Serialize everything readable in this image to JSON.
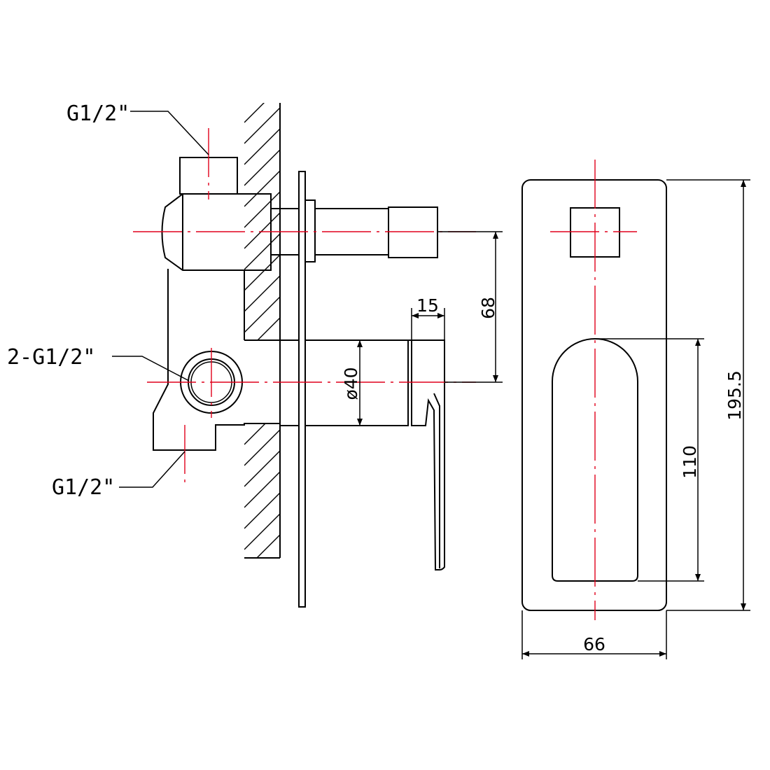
{
  "labels": {
    "inlet_top": "G1/2\"",
    "outlet_side": "2-G1/2\"",
    "inlet_bottom": "G1/2\""
  },
  "dimensions": {
    "spindle_offset": "68",
    "handle_thickness": "15",
    "body_diameter": "ø40",
    "handle_length": "110",
    "plate_height": "195.5",
    "plate_width": "66"
  },
  "colors": {
    "line": "#000000",
    "centerline": "#e0001b"
  }
}
